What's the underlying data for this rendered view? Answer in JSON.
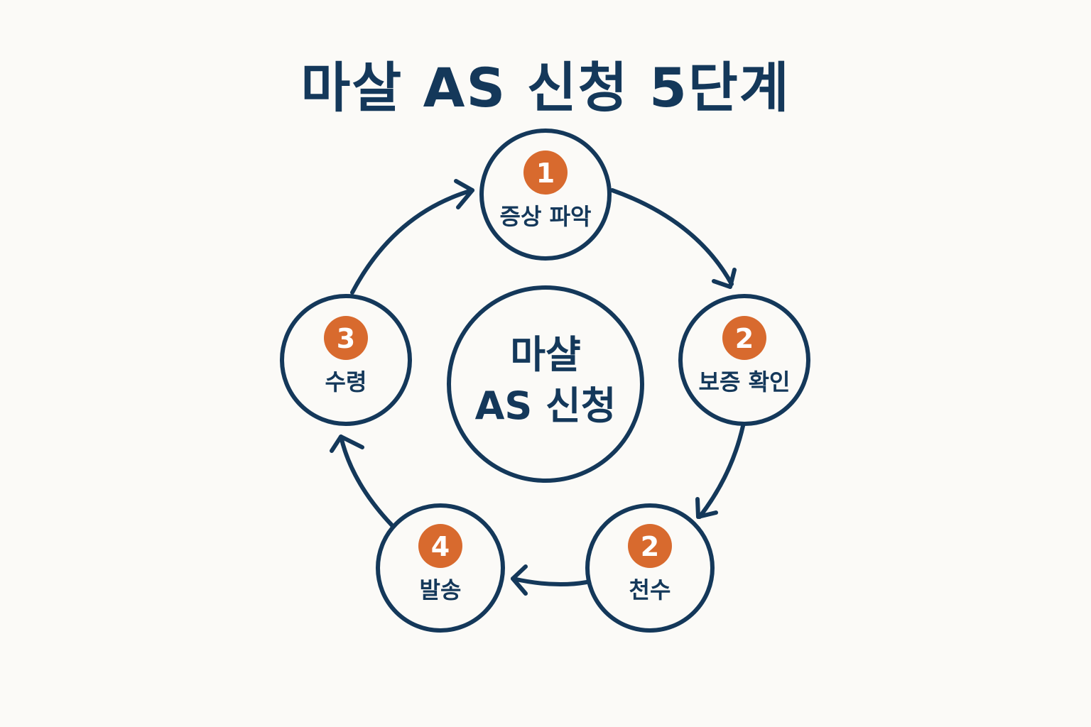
{
  "title": "마살 AS 신청 5단계",
  "center": {
    "line1": "마샬",
    "line2": "AS 신청"
  },
  "steps": [
    {
      "number": "1",
      "label": "증상 파악"
    },
    {
      "number": "2",
      "label": "보증 확인"
    },
    {
      "number": "2",
      "label": "천수"
    },
    {
      "number": "4",
      "label": "발송"
    },
    {
      "number": "3",
      "label": "수령"
    }
  ],
  "colors": {
    "stroke": "#14385a",
    "badge": "#d86a2e",
    "background": "#fbfaf7"
  }
}
